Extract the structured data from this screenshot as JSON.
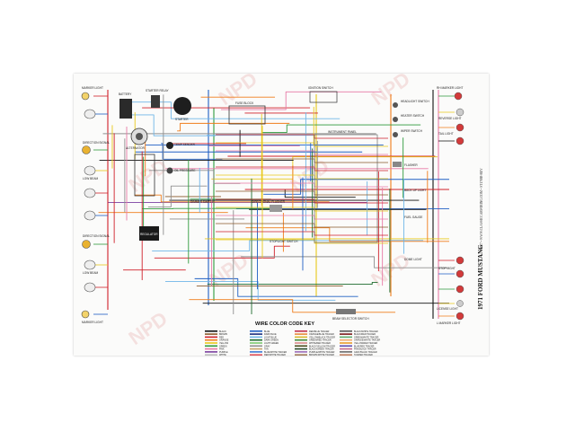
{
  "components": {
    "marker_light_top": "MARKER LIGHT",
    "marker_light_bottom": "MARKER LIGHT",
    "direction_signal_left": "DIRECTION SIGNAL",
    "direction_signal_left_lower": "DIRECTION SIGNAL",
    "low_beam_left": "LOW BEAM",
    "low_beam_left_lower": "LOW BEAM",
    "battery": "BATTERY",
    "starter_relay": "STARTER RELAY",
    "starter": "STARTER",
    "alternator": "ALTERNATOR",
    "regulator": "REGULATOR",
    "fuse_block": "FUSE BLOCK",
    "ignition_switch": "IGNITION SWITCH",
    "headlight_switch": "HEADLIGHT SWITCH",
    "heater_switch": "HEATER SWITCH",
    "wiper_switch": "WIPER SWITCH",
    "flasher": "FLASHER",
    "directional_flasher": "DIRECTIONAL FLASHER",
    "stoplight_switch": "STOPLIGHT SWITCH",
    "instrument_panel": "INSTRUMENT PANEL",
    "oil_pressure": "OIL PRESSURE",
    "temp_sender": "TEMP SENDER",
    "dimmer_switch": "DIMMER SWITCH",
    "beam_selector_switch": "BEAM SELECTOR SWITCH",
    "back_up_light": "BACK UP LIGHT",
    "fuel_gauge": "FUEL GAUGE",
    "dome_light": "DOME LIGHT",
    "rh_marker_light": "RH MARKER LIGHT",
    "reverse_light": "REVERSE LIGHT",
    "tail_light": "TAIL LIGHT",
    "stop_light": "STOP LIGHT",
    "license_light": "LICENSE LIGHT",
    "l_marker_light": "L MARKER LIGHT"
  },
  "vertical_title": "1971 FORD MUSTANG",
  "vertical_subtitle": "©2007 • WWW.CLASSICCARWIRING.COM • ST17888-REV",
  "watermark": "NPD",
  "key": {
    "title": "WIRE COLOR CODE KEY",
    "columns": [
      [
        {
          "label": "BLACK",
          "color": "#111111"
        },
        {
          "label": "BROWN",
          "color": "#8a5a2b"
        },
        {
          "label": "RED",
          "color": "#d0202a"
        },
        {
          "label": "ORANGE",
          "color": "#f07c1a"
        },
        {
          "label": "YELLOW",
          "color": "#e8c81a"
        },
        {
          "label": "GREEN",
          "color": "#2f9a3d"
        },
        {
          "label": "PINK",
          "color": "#e87aa6"
        },
        {
          "label": "PURPLE",
          "color": "#7a3fa0"
        },
        {
          "label": "WHITE",
          "color": "#bdbdbd"
        }
      ],
      [
        {
          "label": "BLUE",
          "color": "#1f5fc4"
        },
        {
          "label": "DARK BLUE",
          "color": "#1a2f80"
        },
        {
          "label": "LIGHT BLUE",
          "color": "#6fb6e8"
        },
        {
          "label": "DARK GREEN",
          "color": "#1d6b2d"
        },
        {
          "label": "LIGHT GREEN",
          "color": "#7bc96f"
        },
        {
          "label": "GRAY",
          "color": "#8f8f8f"
        },
        {
          "label": "TAN",
          "color": "#c9a56b"
        },
        {
          "label": "BLUE/WHITE TRACER",
          "color": "#3a7ad4"
        },
        {
          "label": "RED/WHITE TRACER",
          "color": "#e0505a"
        }
      ],
      [
        {
          "label": "RED/BLUE TRACER",
          "color": "#c0304a"
        },
        {
          "label": "ORANGE/BLUE TRACER",
          "color": "#e88a3a"
        },
        {
          "label": "YELLOW/BLACK TRACER",
          "color": "#d8b82a"
        },
        {
          "label": "GREEN/RED TRACER",
          "color": "#3f8a3a"
        },
        {
          "label": "WHITE/RED TRACER",
          "color": "#d98a8a"
        },
        {
          "label": "BLACK/YELLOW TRACER",
          "color": "#4a4a1a"
        },
        {
          "label": "BLACK/GREEN TRACER",
          "color": "#2a4a2a"
        },
        {
          "label": "PURPLE/WHITE TRACER",
          "color": "#9a6ab8"
        },
        {
          "label": "BROWN/WHITE TRACER",
          "color": "#a07a5a"
        }
      ],
      [
        {
          "label": "BLACK/WHITE TRACER",
          "color": "#555555"
        },
        {
          "label": "BLACK/RED TRACER",
          "color": "#7a1a1a"
        },
        {
          "label": "GREEN/WHITE TRACER",
          "color": "#5aaa6a"
        },
        {
          "label": "ORANGE/WHITE TRACER",
          "color": "#f0a86a"
        },
        {
          "label": "YELLOW/RED TRACER",
          "color": "#e89a2a"
        },
        {
          "label": "BLUE/RED TRACER",
          "color": "#5a4ab0"
        },
        {
          "label": "PINK/BLACK TRACER",
          "color": "#c86a8a"
        },
        {
          "label": "GRAY/BLACK TRACER",
          "color": "#6a6a6a"
        },
        {
          "label": "TAN/RED TRACER",
          "color": "#c08060"
        }
      ]
    ]
  },
  "palette": {
    "wires": [
      "#d0202a",
      "#1f5fc4",
      "#2f9a3d",
      "#e8c81a",
      "#f07c1a",
      "#111111",
      "#e87aa6",
      "#7a3fa0",
      "#6fb6e8",
      "#8a5a2b",
      "#1d6b2d",
      "#8f8f8f"
    ]
  }
}
